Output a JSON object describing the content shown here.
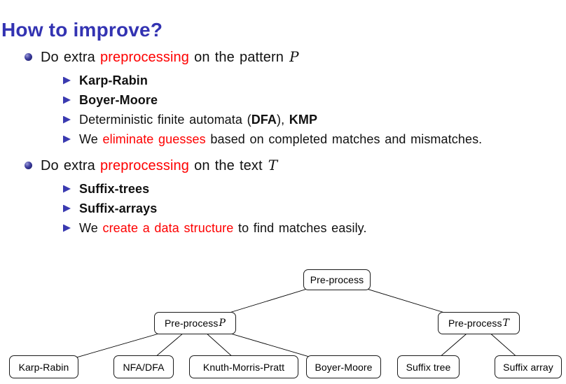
{
  "slide": {
    "title": "How to improve?",
    "colors": {
      "title": "#3333b2",
      "alert": "#fe0000",
      "bullet_triangle": "#3a3ab0",
      "bullet_ball": "#22227a",
      "node_border": "#1a1a1a"
    }
  },
  "bullets": [
    {
      "level": 1,
      "segments": [
        {
          "text": "Do extra "
        },
        {
          "text": "preprocessing",
          "style": "alert"
        },
        {
          "text": " on the pattern "
        },
        {
          "text": "P",
          "style": "math"
        }
      ]
    },
    {
      "level": 2,
      "segments": [
        {
          "text": "Karp-Rabin",
          "style": "bold"
        }
      ]
    },
    {
      "level": 2,
      "segments": [
        {
          "text": "Boyer-Moore",
          "style": "bold"
        }
      ]
    },
    {
      "level": 2,
      "segments": [
        {
          "text": "Deterministic finite automata ("
        },
        {
          "text": "DFA",
          "style": "bold"
        },
        {
          "text": "), "
        },
        {
          "text": "KMP",
          "style": "bold"
        }
      ]
    },
    {
      "level": 2,
      "segments": [
        {
          "text": "We "
        },
        {
          "text": "eliminate guesses",
          "style": "alert"
        },
        {
          "text": " based on completed matches and mismatches."
        }
      ]
    },
    {
      "level": 1,
      "segments": [
        {
          "text": "Do extra "
        },
        {
          "text": "preprocessing",
          "style": "alert"
        },
        {
          "text": " on the text "
        },
        {
          "text": "T",
          "style": "math"
        }
      ]
    },
    {
      "level": 2,
      "segments": [
        {
          "text": "Suffix-trees",
          "style": "bold"
        }
      ]
    },
    {
      "level": 2,
      "segments": [
        {
          "text": "Suffix-arrays",
          "style": "bold"
        }
      ]
    },
    {
      "level": 2,
      "segments": [
        {
          "text": "We "
        },
        {
          "text": "create a data structure",
          "style": "alert"
        },
        {
          "text": " to find matches easily."
        }
      ]
    }
  ],
  "tree": {
    "id": "pre-process",
    "label": "Pre-process",
    "children": [
      {
        "id": "pre-process-p",
        "label": "Pre-process ",
        "math": "P",
        "children": [
          {
            "id": "karp-rabin",
            "label": "Karp-Rabin"
          },
          {
            "id": "nfa-dfa",
            "label": "NFA/DFA"
          },
          {
            "id": "knuth-morris-pratt",
            "label": "Knuth-Morris-Pratt"
          },
          {
            "id": "boyer-moore",
            "label": "Boyer-Moore"
          }
        ]
      },
      {
        "id": "pre-process-t",
        "label": "Pre-process ",
        "math": "T",
        "children": [
          {
            "id": "suffix-tree",
            "label": "Suffix tree"
          },
          {
            "id": "suffix-array",
            "label": "Suffix array"
          }
        ]
      }
    ]
  }
}
